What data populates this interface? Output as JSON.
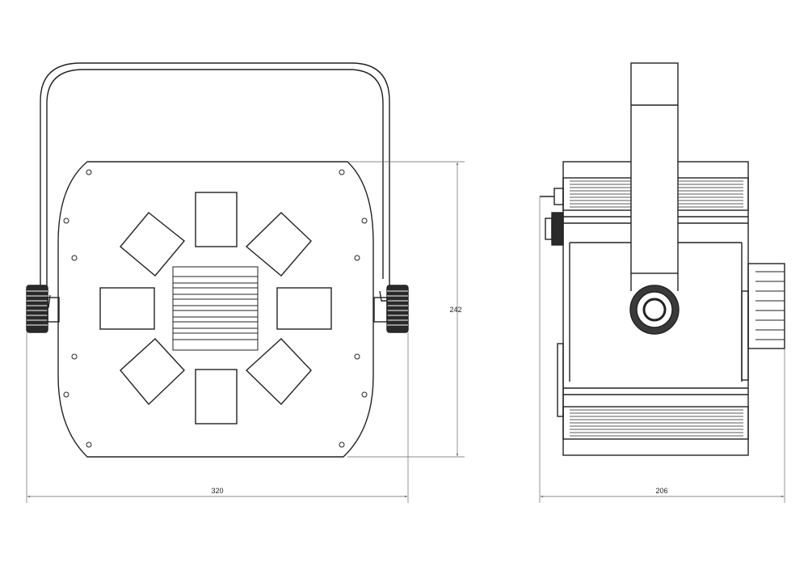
{
  "dimensions": {
    "front_width": "320",
    "front_height": "242",
    "side_depth": "206"
  },
  "colors": {
    "line": "#222222",
    "dimension_line": "#666666",
    "background": "#ffffff"
  }
}
